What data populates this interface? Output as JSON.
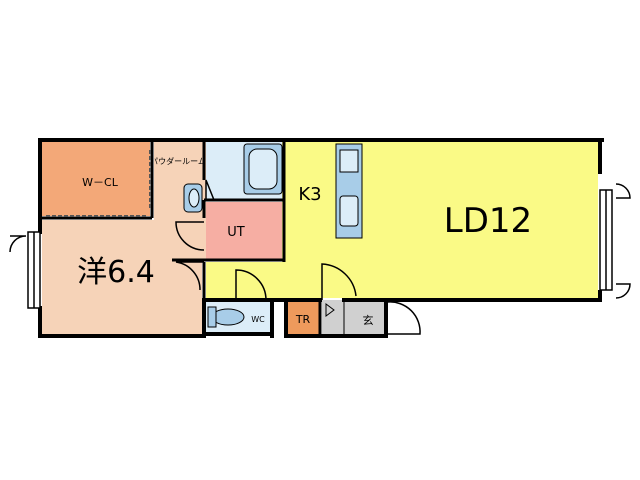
{
  "rooms": {
    "wcl": "W－CL",
    "western": "洋6.4",
    "powder": "パウダールーム",
    "ut": "UT",
    "kitchen": "K3",
    "ld": "LD12",
    "wc": "WC",
    "tr": "TR",
    "entrance": "玄"
  },
  "colors": {
    "wall": "#000000",
    "wcl": "#f3a878",
    "western": "#f6d3b8",
    "powder": "#f6d3b8",
    "ut": "#f6aea3",
    "ld": "#fafa86",
    "water": "#dcedf8",
    "fixture": "#a8cde8",
    "tr": "#ee9a5c",
    "entrance": "#d0d0d0"
  }
}
